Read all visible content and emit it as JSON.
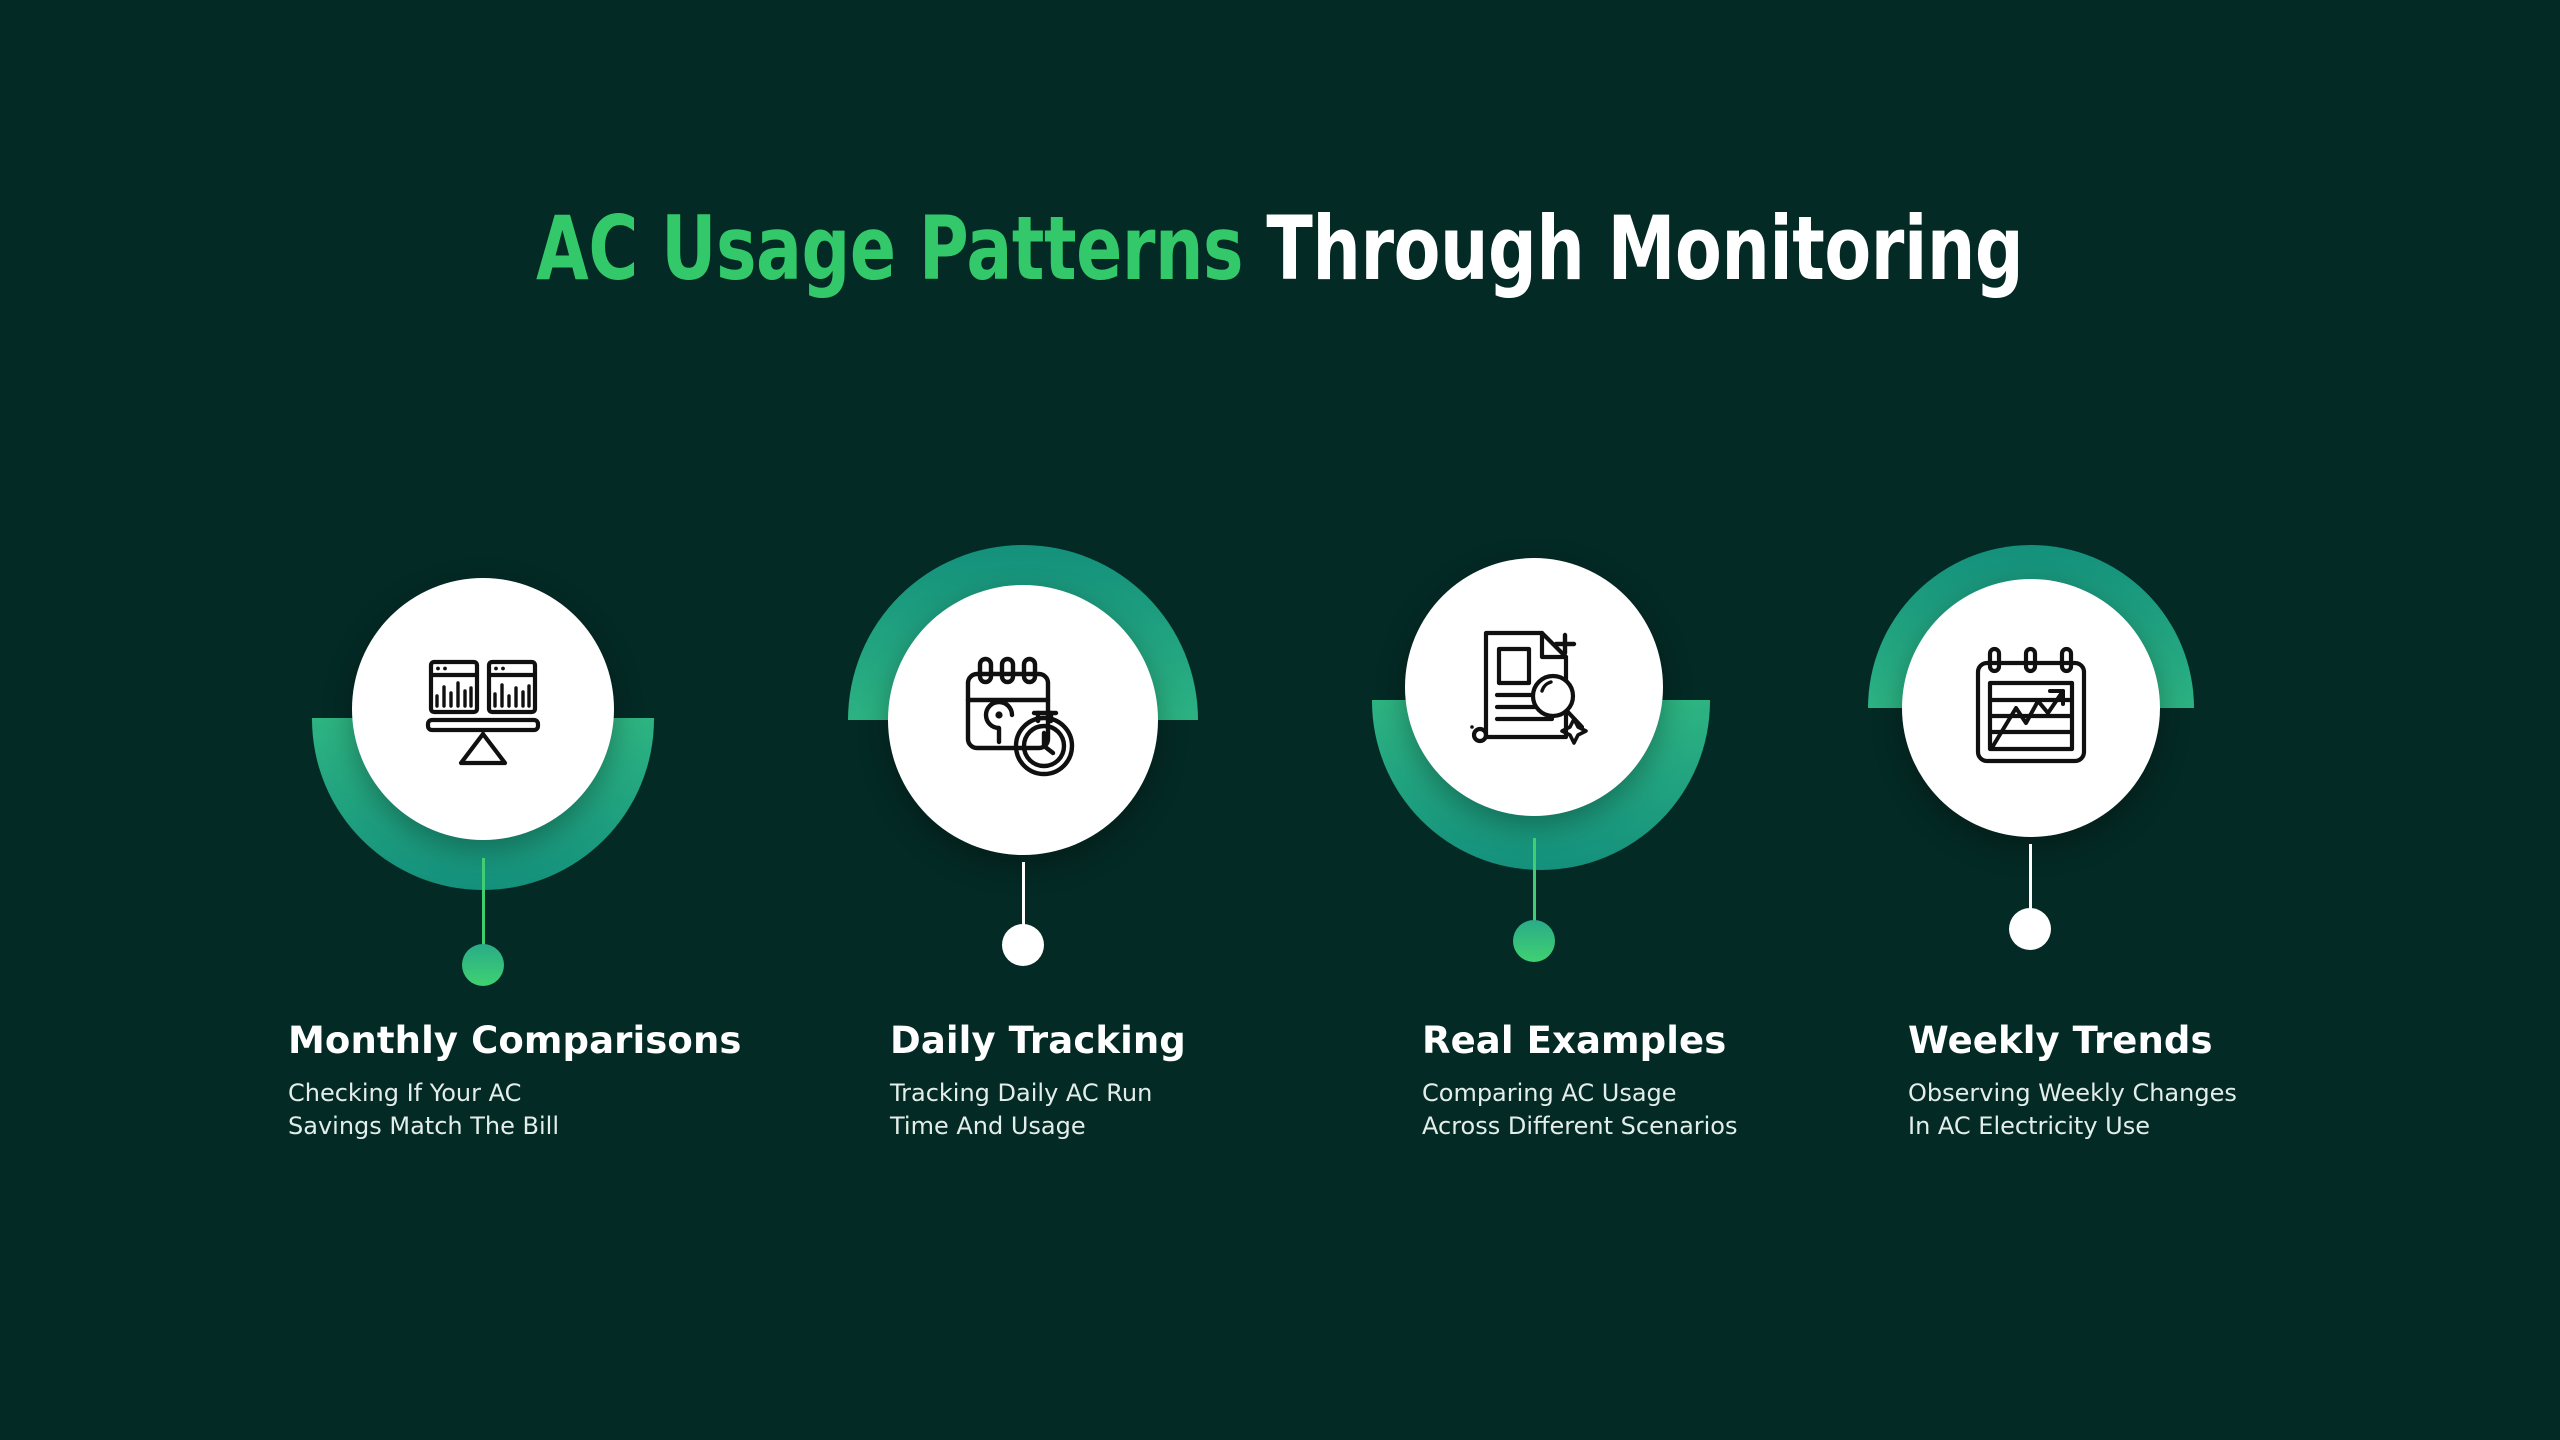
{
  "background_color": "#042a25",
  "title": {
    "accent_text": "AC Usage Patterns",
    "accent_color": "#33c96a",
    "plain_text": " Through Monitoring",
    "plain_color": "#ffffff",
    "full_text": "AC Usage Patterns Through Monitoring"
  },
  "palette": {
    "arc_green_light": "#3fcf72",
    "arc_green_dark": "#15907a",
    "disc_white": "#ffffff",
    "connector_white": "#ffffff",
    "connector_green": "#3fcf72",
    "icon_stroke": "#101010"
  },
  "steps": [
    {
      "index": 1,
      "title": "Monthly Comparisons",
      "description_line1": "Checking If Your AC",
      "description_line2": "Savings Match The Bill",
      "icon_name": "balance-scale-charts-icon",
      "arc_position": "bottom",
      "connector_color": "green"
    },
    {
      "index": 2,
      "title": "Daily Tracking",
      "description_line1": "Tracking Daily AC Run",
      "description_line2": "Time And Usage",
      "icon_name": "calendar-stopwatch-icon",
      "arc_position": "top",
      "connector_color": "white"
    },
    {
      "index": 3,
      "title": "Real Examples",
      "description_line1": "Comparing AC Usage",
      "description_line2": "Across Different Scenarios",
      "icon_name": "document-magnifier-sparkle-icon",
      "arc_position": "bottom",
      "connector_color": "green"
    },
    {
      "index": 4,
      "title": "Weekly Trends",
      "description_line1": "Observing Weekly Changes",
      "description_line2": "In AC Electricity Use",
      "icon_name": "notepad-trend-chart-icon",
      "arc_position": "top",
      "connector_color": "white"
    }
  ]
}
